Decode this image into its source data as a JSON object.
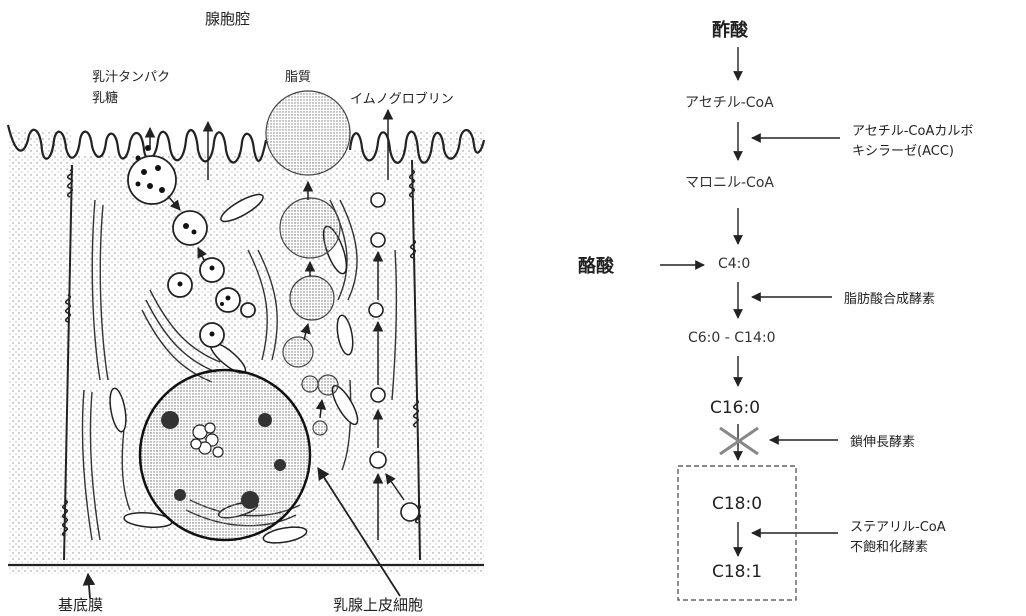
{
  "cell": {
    "lumen_label": "腺胞腔",
    "milk_protein_label": "乳汁タンパク",
    "lactose_label": "乳糖",
    "lipid_label": "脂質",
    "immunoglobulin_label": "イムノグロブリン",
    "basement_membrane_label": "基底膜",
    "epithelial_cell_label": "乳腺上皮細胞"
  },
  "pathway": {
    "acetate": "酢酸",
    "butyrate": "酪酸",
    "acetyl_coa": "アセチル-CoA",
    "malonyl_coa": "マロニル-CoA",
    "c4": "C4:0",
    "c6_c14": "C6:0 - C14:0",
    "c16": "C16:0",
    "c18_0": "C18:0",
    "c18_1": "C18:1",
    "acc_label_line1": "アセチル-CoAカルボ",
    "acc_label_line2": "キシラーゼ(ACC)",
    "fas_label": "脂肪酸合成酵素",
    "elongase_label": "鎖伸長酵素",
    "scd_label_line1": "ステアリル-CoA",
    "scd_label_line2": "不飽和化酵素"
  },
  "colors": {
    "ink": "#222222",
    "stipple": "#9a9a9a",
    "cross": "#888888"
  }
}
